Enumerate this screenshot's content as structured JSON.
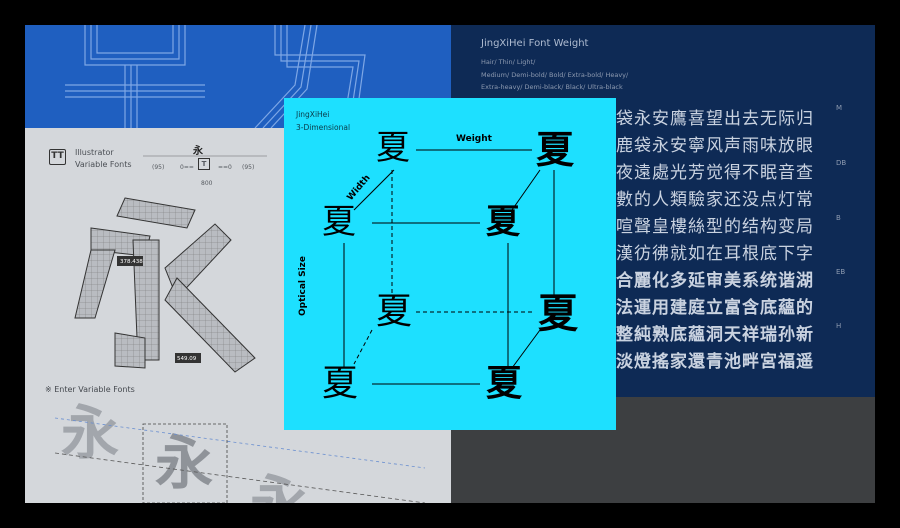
{
  "illustrator": {
    "icon": "TT",
    "line1": "Illustrator",
    "line2": "Variable Fonts",
    "glyph": "永",
    "axis_left": "(95)",
    "axis_mid_left": "0==",
    "axis_mid_right": "==0",
    "axis_right": "(95)",
    "axis_bottom": "800",
    "axis_icon": "T",
    "measure_1": "378.438",
    "measure_2": "549.09",
    "enter_label": "※ Enter Variable Fonts",
    "big_glyph": "永"
  },
  "font_weight": {
    "title": "JingXiHei Font Weight",
    "weights_line1": "Hair/ Thin/ Light/",
    "weights_line2": "Medium/ Demi-bold/ Bold/ Extra-bold/ Heavy/",
    "weights_line3": "Extra-heavy/ Demi-black/ Black/ Ultra-black",
    "sample_lines": [
      "袋永安鷹喜望出去无际归",
      "鹿袋永安寧风声雨味放眼",
      "夜遠處光芳觉得不眠音查",
      "數的人類驗家还没点灯常",
      "喧聲皇樓絲型的结构变局",
      "漢彷彿就如在耳根底下字",
      "合麗化多延审美系统谐湖",
      "法運用建庭立富含底蘊的",
      "整純熟底蘊洞天祥瑞孙新",
      "淡燈搖家還青池畔宮福遥"
    ],
    "marks": [
      "M",
      "DB",
      "B",
      "EB",
      "H"
    ]
  },
  "card": {
    "name": "JingXiHei",
    "subtitle": "3-Dimensional",
    "glyph": "夏",
    "axis_weight": "Weight",
    "axis_width": "Width",
    "axis_optical": "Optical Size"
  },
  "colors": {
    "blue": "#1f5fc0",
    "navy": "#0e2a55",
    "cyan": "#1de0ff",
    "grey": "#d4d7db"
  }
}
